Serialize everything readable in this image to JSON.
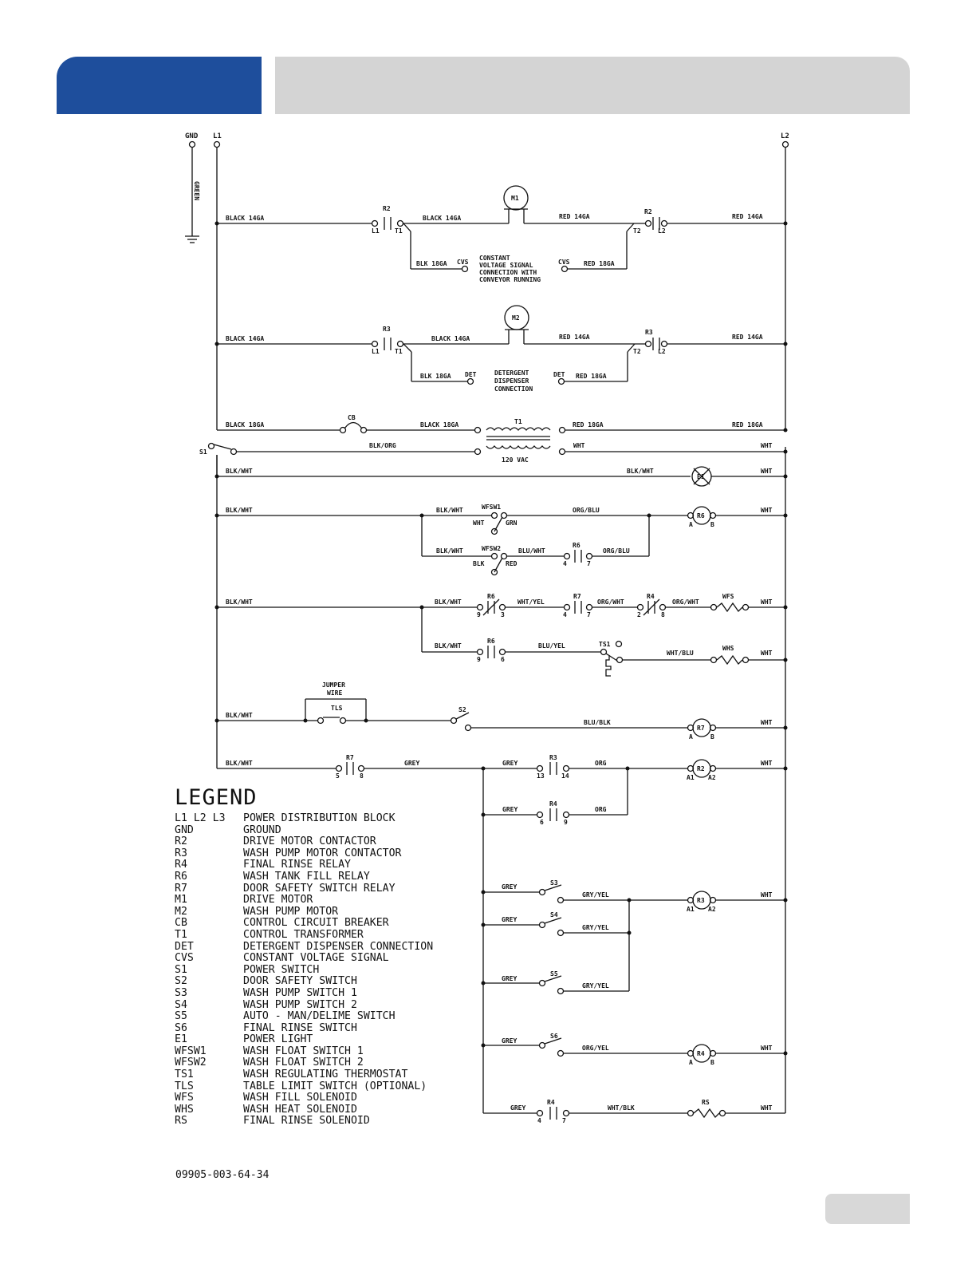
{
  "header": {
    "left_color": "#1e4e9c",
    "right_color": "#d4d4d4"
  },
  "terminals": {
    "gnd": "GND",
    "l1": "L1",
    "l2": "L2",
    "green": "GREEN"
  },
  "rung1": {
    "black14_left": "BLACK 14GA",
    "r2": "R2",
    "l1": "L1",
    "t1": "T1",
    "black14_mid": "BLACK 14GA",
    "m1": "M1",
    "red14_mid": "RED 14GA",
    "r2b": "R2",
    "t2": "T2",
    "l2": "L2",
    "red14_right": "RED 14GA",
    "blk18": "BLK 18GA",
    "cvs_a": "CVS",
    "cvs_b": "CVS",
    "red18": "RED 18GA",
    "note": [
      "CONSTANT",
      "VOLTAGE SIGNAL",
      "CONNECTION WITH",
      "CONVEYOR RUNNING"
    ]
  },
  "rung2": {
    "black14_left": "BLACK 14GA",
    "r3": "R3",
    "l1": "L1",
    "t1": "T1",
    "black14_mid": "BLACK 14GA",
    "m2": "M2",
    "red14_mid": "RED 14GA",
    "r3b": "R3",
    "t2": "T2",
    "l2": "L2",
    "red14_right": "RED 14GA",
    "blk18": "BLK 18GA",
    "det_a": "DET",
    "det_b": "DET",
    "red18": "RED 18GA",
    "note": [
      "DETERGENT",
      "DISPENSER",
      "CONNECTION"
    ]
  },
  "rung3": {
    "black18_left": "BLACK 18GA",
    "cb": "CB",
    "black18_mid": "BLACK 18GA",
    "t1": "T1",
    "red18_mid": "RED 18GA",
    "red18_right": "RED 18GA"
  },
  "rung4": {
    "s1": "S1",
    "blkorg": "BLK/ORG",
    "vac": "120 VAC",
    "wht_mid": "WHT",
    "wht_right": "WHT"
  },
  "rung5": {
    "blkwht_left": "BLK/WHT",
    "blkwht_right": "BLK/WHT",
    "e1": "E1",
    "wht": "WHT"
  },
  "rung6": {
    "blkwht_left": "BLK/WHT",
    "blkwht_mid": "BLK/WHT",
    "wfsw1": "WFSW1",
    "wht": "WHT",
    "grn": "GRN",
    "orgblu": "ORG/BLU",
    "a": "A",
    "r6": "R6",
    "b": "B",
    "wht_right": "WHT"
  },
  "rung7": {
    "blkwht": "BLK/WHT",
    "wfsw2": "WFSW2",
    "blk": "BLK",
    "red": "RED",
    "bluwht": "BLU/WHT",
    "r6": "R6",
    "p4": "4",
    "p7": "7",
    "orgblu": "ORG/BLU"
  },
  "rung8": {
    "blkwht_left": "BLK/WHT",
    "blkwht_mid": "BLK/WHT",
    "r6": "R6",
    "p9": "9",
    "p3": "3",
    "whtyel": "WHT/YEL",
    "r7": "R7",
    "p4": "4",
    "p7": "7",
    "orgwht_a": "ORG/WHT",
    "r4": "R4",
    "p2": "2",
    "p8": "8",
    "orgwht_b": "ORG/WHT",
    "wfs": "WFS",
    "wht": "WHT"
  },
  "rung9": {
    "blkwht": "BLK/WHT",
    "r6": "R6",
    "p9": "9",
    "p6": "6",
    "bluyel": "BLU/YEL",
    "ts1": "TS1",
    "whtblu": "WHT/BLU",
    "whs": "WHS",
    "wht": "WHT"
  },
  "rung10": {
    "blkwht": "BLK/WHT",
    "jumper": "JUMPER",
    "wire": "WIRE",
    "tls": "TLS",
    "s2": "S2",
    "blublk": "BLU/BLK",
    "a": "A",
    "r7": "R7",
    "b": "B",
    "wht": "WHT"
  },
  "rung11": {
    "blkwht": "BLK/WHT",
    "r7": "R7",
    "p5": "5",
    "p8": "8",
    "grey_a": "GREY",
    "grey_b": "GREY",
    "r3": "R3",
    "p13": "13",
    "p14": "14",
    "org": "ORG",
    "a1": "A1",
    "r2": "R2",
    "a2": "A2",
    "wht": "WHT"
  },
  "rung12": {
    "grey": "GREY",
    "r4": "R4",
    "p6": "6",
    "p9": "9",
    "org": "ORG"
  },
  "rung13": {
    "grey": "GREY",
    "s3": "S3",
    "gryyel": "GRY/YEL",
    "a1": "A1",
    "r3": "R3",
    "a2": "A2",
    "wht": "WHT"
  },
  "rung14": {
    "grey": "GREY",
    "s4": "S4",
    "gryyel": "GRY/YEL"
  },
  "rung15": {
    "grey": "GREY",
    "s5": "S5",
    "gryyel": "GRY/YEL"
  },
  "rung16": {
    "grey": "GREY",
    "s6": "S6",
    "orgyel": "ORG/YEL",
    "a": "A",
    "r4": "R4",
    "b": "B",
    "wht": "WHT"
  },
  "rung17": {
    "grey": "GREY",
    "r4": "R4",
    "p4": "4",
    "p7": "7",
    "whtblk": "WHT/BLK",
    "rs": "RS",
    "wht": "WHT"
  },
  "legend": {
    "title": "LEGEND",
    "items": [
      {
        "code": "L1 L2 L3",
        "desc": "POWER DISTRIBUTION BLOCK"
      },
      {
        "code": "GND",
        "desc": "GROUND"
      },
      {
        "code": "R2",
        "desc": "DRIVE MOTOR CONTACTOR"
      },
      {
        "code": "R3",
        "desc": "WASH PUMP MOTOR CONTACTOR"
      },
      {
        "code": "R4",
        "desc": "FINAL RINSE RELAY"
      },
      {
        "code": "R6",
        "desc": "WASH TANK FILL RELAY"
      },
      {
        "code": "R7",
        "desc": "DOOR SAFETY SWITCH RELAY"
      },
      {
        "code": "M1",
        "desc": "DRIVE MOTOR"
      },
      {
        "code": "M2",
        "desc": "WASH PUMP MOTOR"
      },
      {
        "code": "CB",
        "desc": "CONTROL CIRCUIT BREAKER"
      },
      {
        "code": "T1",
        "desc": "CONTROL TRANSFORMER"
      },
      {
        "code": "DET",
        "desc": "DETERGENT DISPENSER CONNECTION"
      },
      {
        "code": "CVS",
        "desc": "CONSTANT VOLTAGE SIGNAL"
      },
      {
        "code": "S1",
        "desc": "POWER SWITCH"
      },
      {
        "code": "S2",
        "desc": "DOOR SAFETY SWITCH"
      },
      {
        "code": "S3",
        "desc": "WASH PUMP SWITCH 1"
      },
      {
        "code": "S4",
        "desc": "WASH PUMP SWITCH 2"
      },
      {
        "code": "S5",
        "desc": "AUTO - MAN/DELIME SWITCH"
      },
      {
        "code": "S6",
        "desc": "FINAL RINSE SWITCH"
      },
      {
        "code": "E1",
        "desc": "POWER LIGHT"
      },
      {
        "code": "WFSW1",
        "desc": "WASH FLOAT SWITCH 1"
      },
      {
        "code": "WFSW2",
        "desc": "WASH FLOAT SWITCH 2"
      },
      {
        "code": "TS1",
        "desc": "WASH REGULATING THERMOSTAT"
      },
      {
        "code": "TLS",
        "desc": "TABLE LIMIT SWITCH (OPTIONAL)"
      },
      {
        "code": "WFS",
        "desc": "WASH FILL SOLENOID"
      },
      {
        "code": "WHS",
        "desc": "WASH HEAT SOLENOID"
      },
      {
        "code": "RS",
        "desc": "FINAL RINSE SOLENOID"
      }
    ]
  },
  "doc_number": "09905-003-64-34"
}
